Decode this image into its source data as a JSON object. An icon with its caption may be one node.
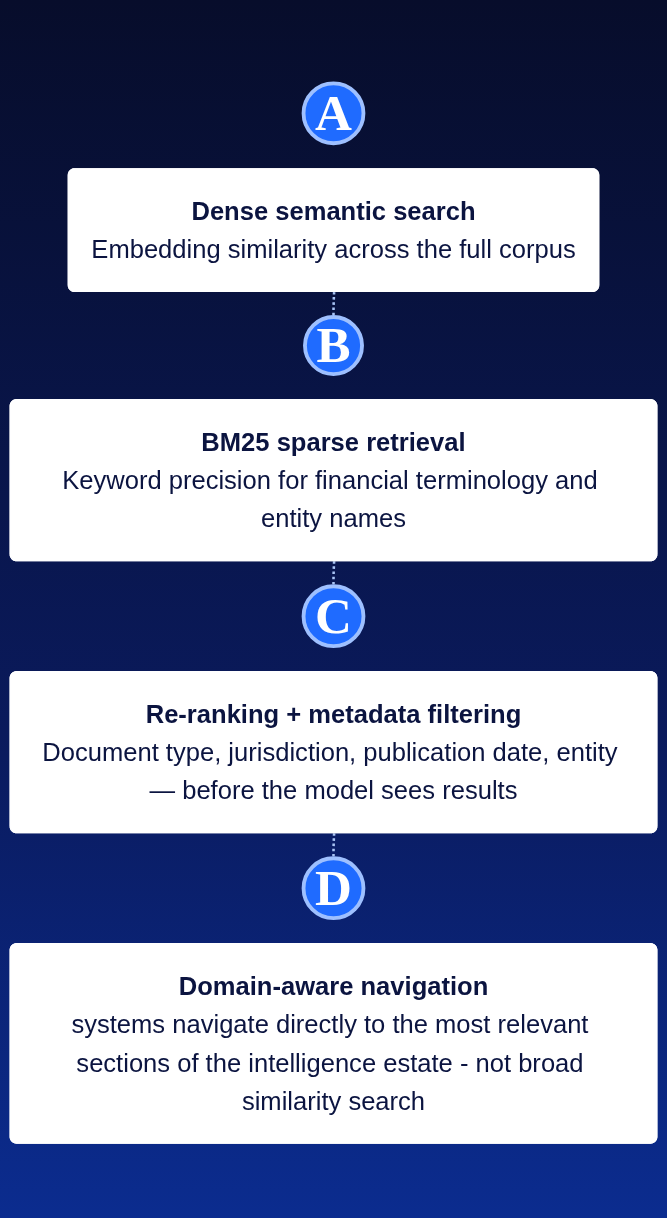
{
  "diagram": {
    "nodes": [
      {
        "text": [
          "A"
        ]
      },
      {
        "text": [
          "Dense semantic search",
          "Embedding similarity across the full corpus"
        ]
      },
      {
        "text": [
          "B"
        ]
      },
      {
        "text": [
          "BM25 sparse retrieval",
          "Keyword precision for financial terminology and entity names"
        ]
      },
      {
        "text": [
          "C"
        ]
      },
      {
        "text": [
          "Re-ranking + metadata filtering",
          "Document type, jurisdiction, publication date, entity — before the model sees results"
        ]
      },
      {
        "text": [
          "D"
        ]
      },
      {
        "text": [
          "Domain-aware navigation",
          "systems navigate directly to the most relevant sections of the intelligence estate - not broad similarity search"
        ]
      }
    ],
    "edges": [
      {
        "from": 1,
        "to": 2,
        "arrow": "none",
        "style": "dashed"
      },
      {
        "from": 3,
        "to": 4,
        "arrow": "none",
        "style": "dashed"
      },
      {
        "from": 5,
        "to": 6,
        "arrow": "none",
        "style": "dashed"
      }
    ]
  }
}
